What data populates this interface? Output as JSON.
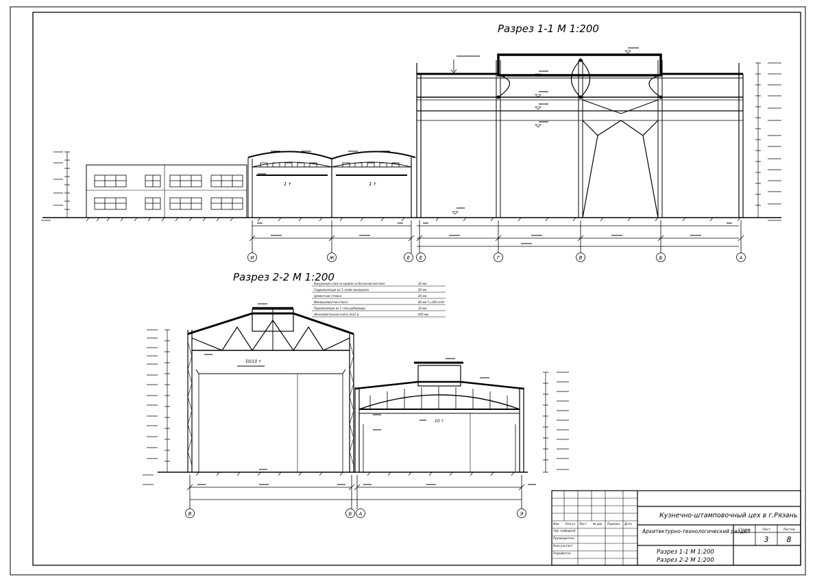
{
  "sections": {
    "s1_title": "Разрез 1-1 М 1:200",
    "s2_title": "Разрез 2-2 М 1:200",
    "s1_axes": [
      "И",
      "Ж",
      "Е",
      "Е",
      "Г",
      "В",
      "Б",
      "А"
    ],
    "s2_axes": [
      "В",
      "Б",
      "А",
      "Э"
    ],
    "s1_span_labels": [
      "1 т",
      "1 т"
    ],
    "s2_span_labels": [
      "50/10 т",
      "10 т"
    ]
  },
  "notes_table": {
    "rows": [
      {
        "text": "Вакуумный слой на кровле на бетонной мастике",
        "value": "20 мм"
      },
      {
        "text": "Гидроизоляция из 3 слоёв линокрома",
        "value": "20 мм"
      },
      {
        "text": "Цементная стяжка",
        "value": "20 мм"
      },
      {
        "text": "Минераловатная плита",
        "value": "80 мм  Y=100 кг/м³"
      },
      {
        "text": "Пароизоляция из 1 слоя рубероида",
        "value": "10 мм"
      },
      {
        "text": "Железобетонная плита 3х12 м",
        "value": "450 мм"
      }
    ]
  },
  "title_block": {
    "header_cells": [
      "Изм.",
      "Кол.уч",
      "Лист",
      "№ док.",
      "Подпись",
      "Дата"
    ],
    "role_rows": [
      "Зав. кафедрой",
      "Руководитель",
      "Консультант",
      "Разработал"
    ],
    "project": "Кузнечно-штамповочный цех в г.Рязань",
    "part": "Архитектурно-технологический раздел",
    "col_headers": [
      "Стадия",
      "Лист",
      "Листов"
    ],
    "sheet_no": "3",
    "sheets_total": "8",
    "sheet_titles": [
      "Разрез 1-1  М 1:200",
      "Разрез 2-2  М 1:200"
    ]
  }
}
